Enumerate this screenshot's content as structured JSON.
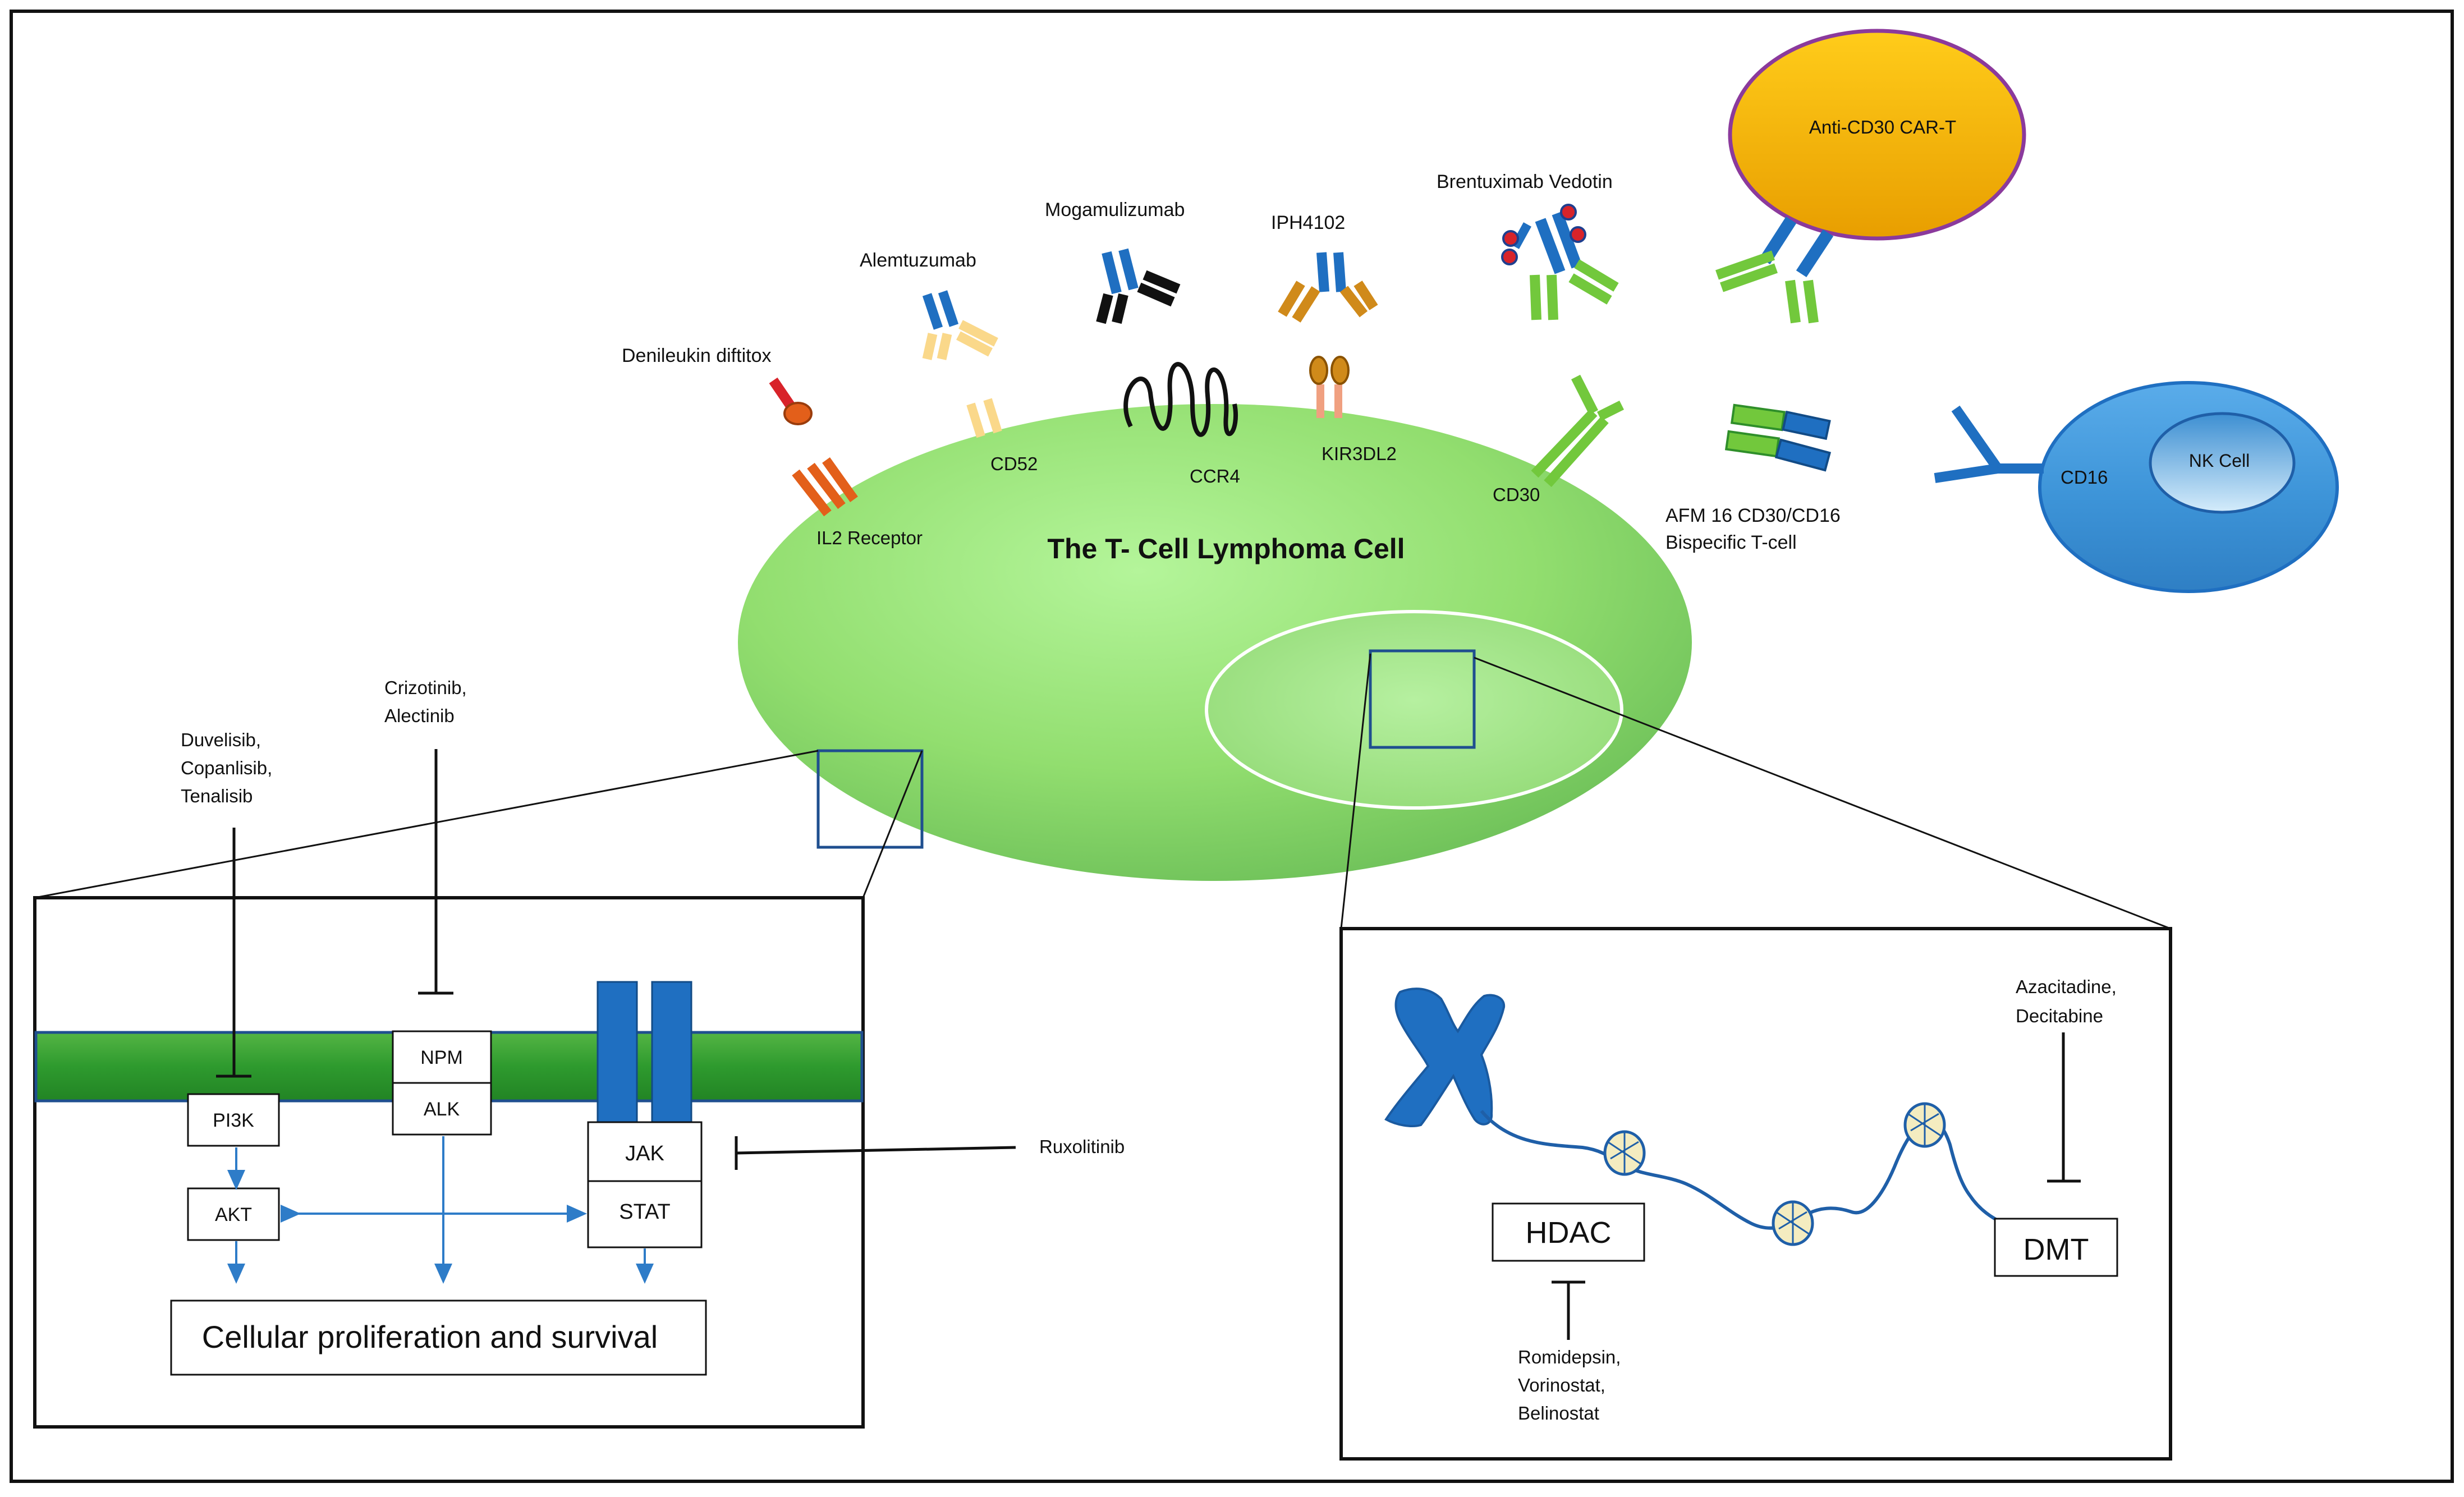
{
  "title": "The T- Cell Lymphoma Cell",
  "car_t": "Anti-CD30 CAR-T",
  "nk_cell": "NK Cell",
  "receptors": {
    "il2": "IL2 Receptor",
    "cd52": "CD52",
    "ccr4": "CCR4",
    "kir3dl2": "KIR3DL2",
    "cd30": "CD30",
    "cd16": "CD16",
    "afm_line1": "AFM 16 CD30/CD16",
    "afm_line2": "Bispecific T-cell"
  },
  "drugs": {
    "denileukin": "Denileukin diftitox",
    "alemtuzumab": "Alemtuzumab",
    "mogamulizumab": "Mogamulizumab",
    "iph4102": "IPH4102",
    "brentuximab": "Brentuximab Vedotin",
    "duvelisib": [
      "Duvelisib,",
      "Copanlisib,",
      "Tenalisib"
    ],
    "crizotinib": [
      "Crizotinib,",
      "Alectinib"
    ],
    "ruxolitinib": "Ruxolitinib",
    "azacitadine": [
      "Azacitadine,",
      "Decitabine"
    ],
    "romidepsin": [
      "Romidepsin,",
      "Vorinostat,",
      "Belinostat"
    ]
  },
  "signaling": {
    "pi3k": "PI3K",
    "akt": "AKT",
    "npm": "NPM",
    "alk": "ALK",
    "jak": "JAK",
    "stat": "STAT",
    "outcome": "Cellular proliferation and survival"
  },
  "epigenetic": {
    "hdac": "HDAC",
    "dmt": "DMT"
  },
  "colors": {
    "cell_green": "#8fdc6a",
    "antibody_blue": "#1f6fc1",
    "antibody_green": "#72c83c",
    "car_t_orange": "#f5b400",
    "nk_blue": "#3d9ad8",
    "arrow_blue": "#2e7cc8"
  }
}
